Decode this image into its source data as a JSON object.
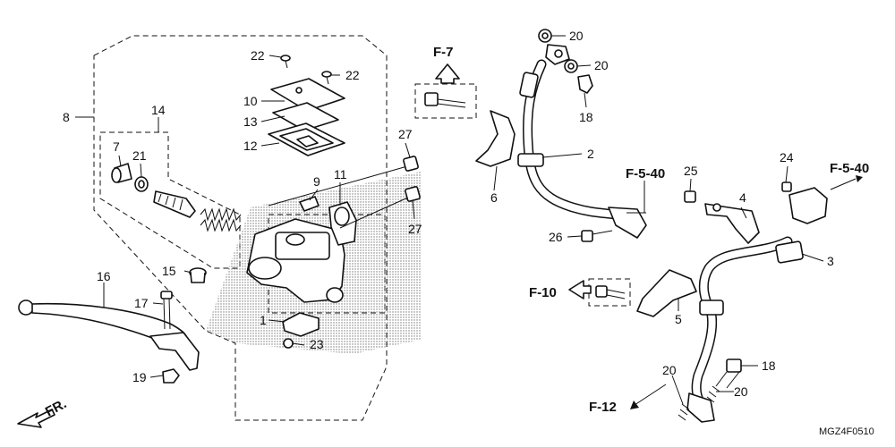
{
  "diagram_code": "MGZ4F0510",
  "front_marker": "FR.",
  "callouts": {
    "c1": "1",
    "c2": "2",
    "c3": "3",
    "c4": "4",
    "c5": "5",
    "c6": "6",
    "c7": "7",
    "c8": "8",
    "c9": "9",
    "c10": "10",
    "c11": "11",
    "c12": "12",
    "c13": "13",
    "c14": "14",
    "c15": "15",
    "c16": "16",
    "c17": "17",
    "c18a": "18",
    "c18b": "18",
    "c19": "19",
    "c20a": "20",
    "c20b": "20",
    "c20c": "20",
    "c20d": "20",
    "c21": "21",
    "c22a": "22",
    "c22b": "22",
    "c23": "23",
    "c24": "24",
    "c25": "25",
    "c26": "26",
    "c27a": "27",
    "c27b": "27"
  },
  "references": {
    "f7": "F-7",
    "f540a": "F-5-40",
    "f540b": "F-5-40",
    "f10": "F-10",
    "f12": "F-12"
  }
}
